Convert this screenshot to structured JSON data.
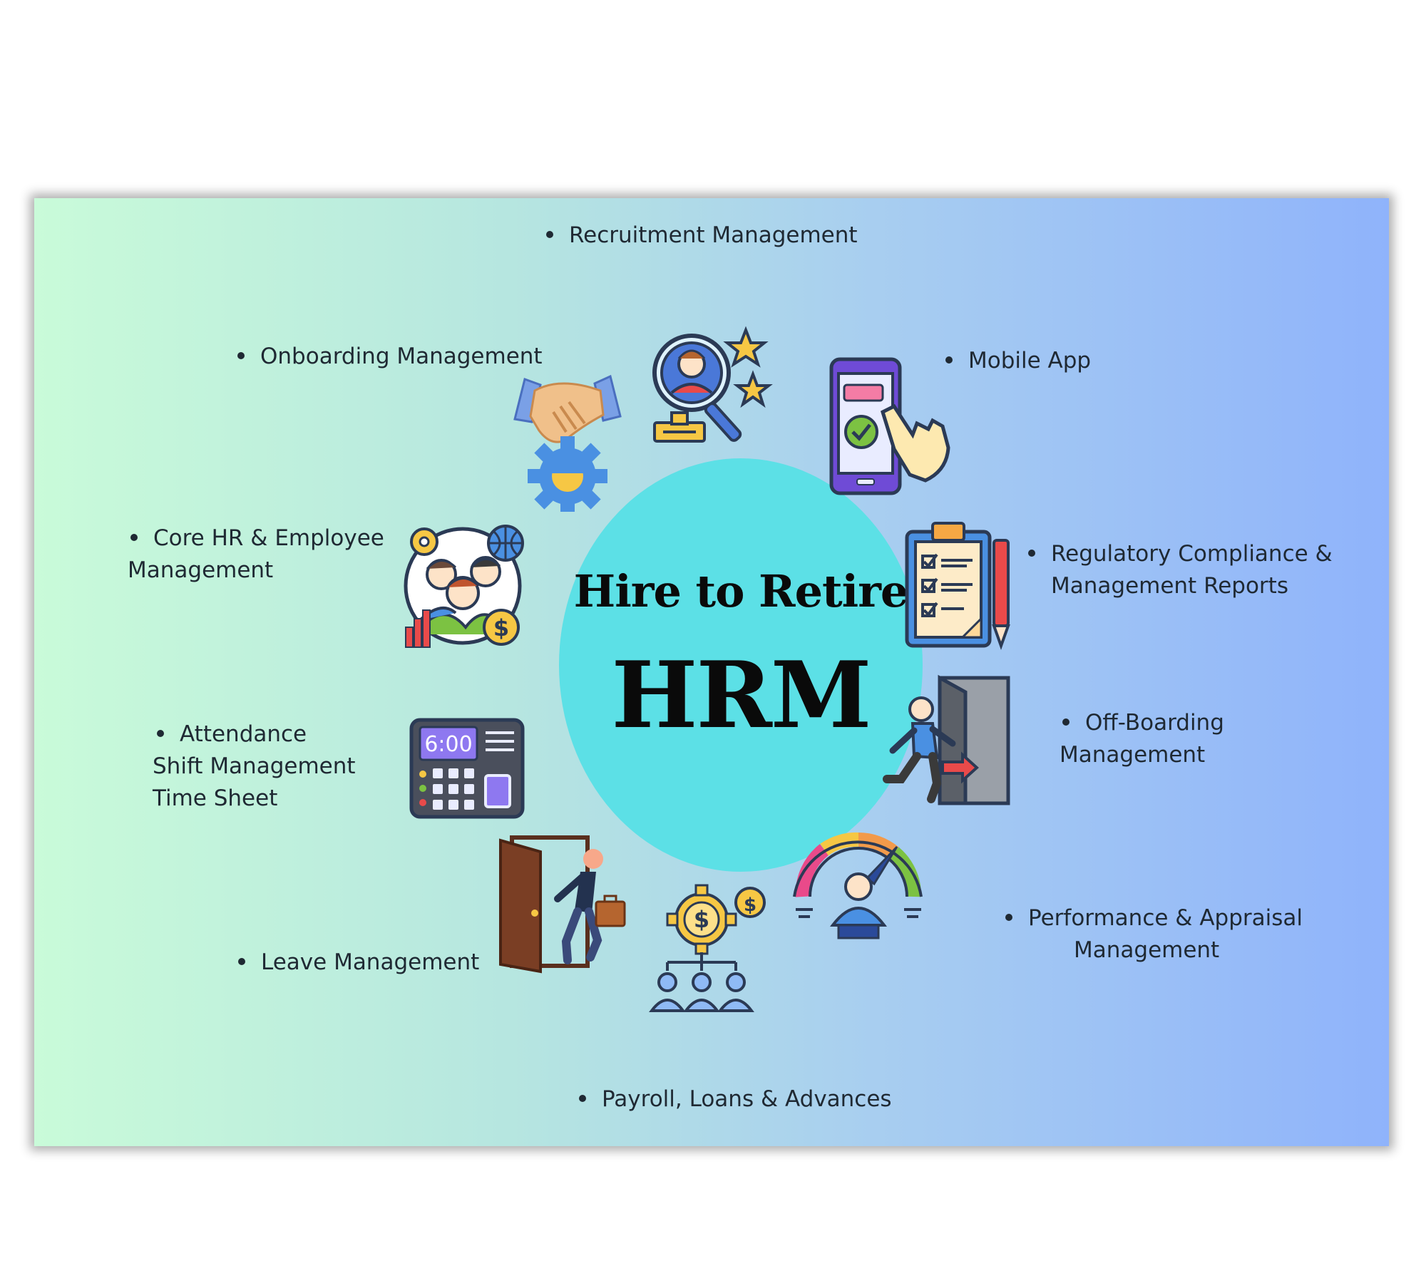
{
  "diagram": {
    "center": {
      "title": "Hire to Retire",
      "main": "HRM"
    },
    "modules": {
      "recruitment": [
        "Recruitment Management"
      ],
      "onboarding": [
        "Onboarding Management"
      ],
      "mobile": [
        "Mobile App"
      ],
      "core_hr": [
        "Core HR & Employee",
        "Management"
      ],
      "compliance": [
        "Regulatory Compliance &",
        "Management Reports"
      ],
      "attendance": [
        "Attendance",
        "Shift Management",
        "Time Sheet"
      ],
      "offboarding": [
        "Off-Boarding",
        "Management"
      ],
      "performance": [
        "Performance  & Appraisal",
        "Management"
      ],
      "leave": [
        "Leave Management"
      ],
      "payroll": [
        "Payroll, Loans & Advances"
      ]
    },
    "clock_display": "6:00",
    "colors": {
      "panel_gradient": [
        "#c9fbd9",
        "#8fb3fb"
      ],
      "hub": "#5ce0e6",
      "text": "#1f2933"
    }
  }
}
